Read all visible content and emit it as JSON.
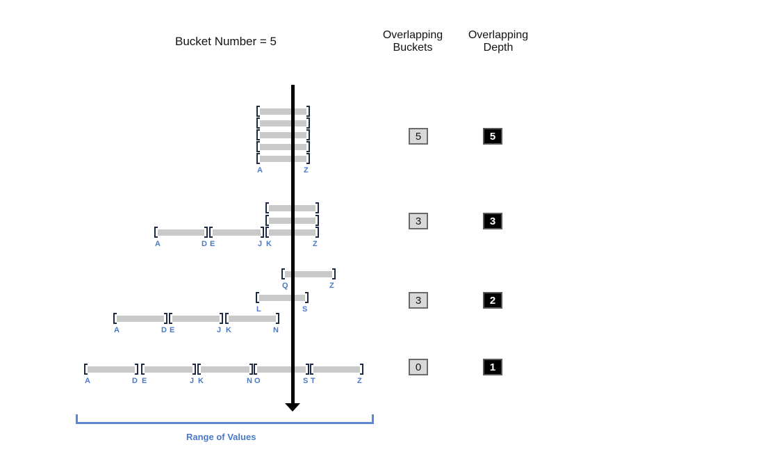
{
  "title": "Bucket Number = 5",
  "columns": {
    "overlapping_buckets": "Overlapping\nBuckets",
    "overlapping_depth": "Overlapping\nDepth"
  },
  "range_label": "Range of Values",
  "rows": [
    {
      "name": "row-1",
      "overlapping_buckets": "5",
      "overlapping_depth": "5",
      "buckets": [
        {
          "start": "A",
          "end": "Z"
        },
        {
          "start": "A",
          "end": "Z"
        },
        {
          "start": "A",
          "end": "Z"
        },
        {
          "start": "A",
          "end": "Z"
        },
        {
          "start": "A",
          "end": "Z"
        }
      ]
    },
    {
      "name": "row-2",
      "overlapping_buckets": "3",
      "overlapping_depth": "3",
      "buckets": [
        {
          "start": "A",
          "end": "D"
        },
        {
          "start": "E",
          "end": "J"
        },
        {
          "start": "K",
          "end": "Z"
        },
        {
          "start": "K",
          "end": "Z"
        },
        {
          "start": "K",
          "end": "Z"
        }
      ]
    },
    {
      "name": "row-3",
      "overlapping_buckets": "3",
      "overlapping_depth": "2",
      "buckets": [
        {
          "start": "A",
          "end": "D"
        },
        {
          "start": "E",
          "end": "J"
        },
        {
          "start": "K",
          "end": "N"
        },
        {
          "start": "L",
          "end": "S"
        },
        {
          "start": "Q",
          "end": "Z"
        }
      ]
    },
    {
      "name": "row-4",
      "overlapping_buckets": "0",
      "overlapping_depth": "1",
      "buckets": [
        {
          "start": "A",
          "end": "D"
        },
        {
          "start": "E",
          "end": "J"
        },
        {
          "start": "K",
          "end": "N"
        },
        {
          "start": "O",
          "end": "S"
        },
        {
          "start": "T",
          "end": "Z"
        }
      ]
    }
  ]
}
